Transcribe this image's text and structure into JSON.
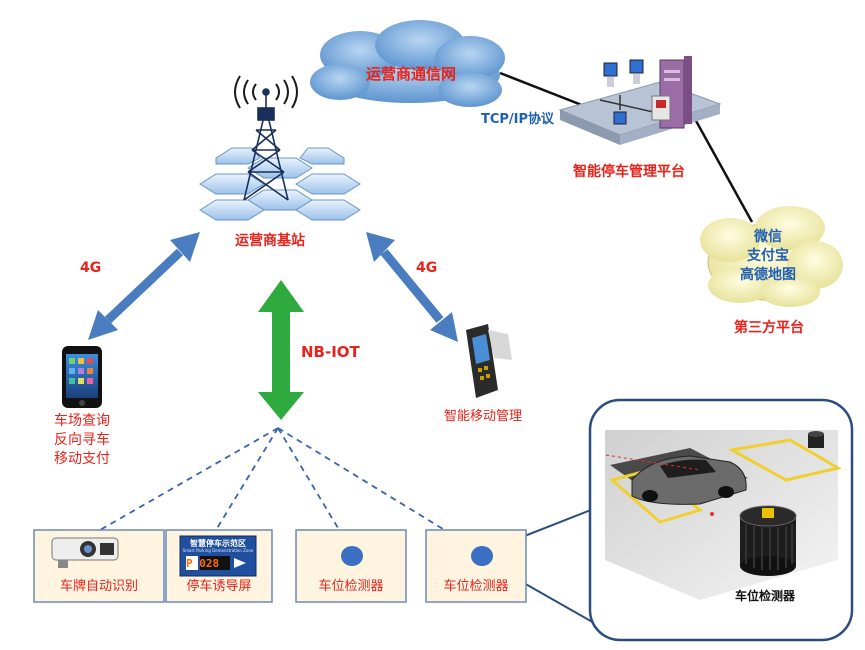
{
  "nodes": {
    "carrier_network": "运营商通信网",
    "tcpip": "TCP/IP协议",
    "parking_platform": "智能停车管理平台",
    "third_party_services": [
      "微信",
      "支付宝",
      "高德地图"
    ],
    "third_party_platform": "第三方平台",
    "base_station": "运营商基站",
    "link_4g_left": "4G",
    "link_4g_right": "4G",
    "link_nbiot": "NB-IOT",
    "phone_functions": [
      "车场查询",
      "反向寻车",
      "移动支付"
    ],
    "mobile_mgmt": "智能移动管理"
  },
  "devices": [
    {
      "label": "车牌自动识别"
    },
    {
      "label": "停车诱导屏"
    },
    {
      "label": "车位检测器"
    },
    {
      "label": "车位检测器"
    }
  ],
  "guide_screen": {
    "title": "智慧停车示范区",
    "subtitle": "Smart Parking Demonstration Zone",
    "code": "P 028"
  },
  "inset": {
    "detector_label": "车位检测器"
  },
  "colors": {
    "red": "#e8231b",
    "blue_arrow": "#4a7cc0",
    "green_arrow": "#2eaa3e",
    "cloud_blue": "#6fa3d8",
    "cloud_yellow": "#f2eeb2"
  }
}
